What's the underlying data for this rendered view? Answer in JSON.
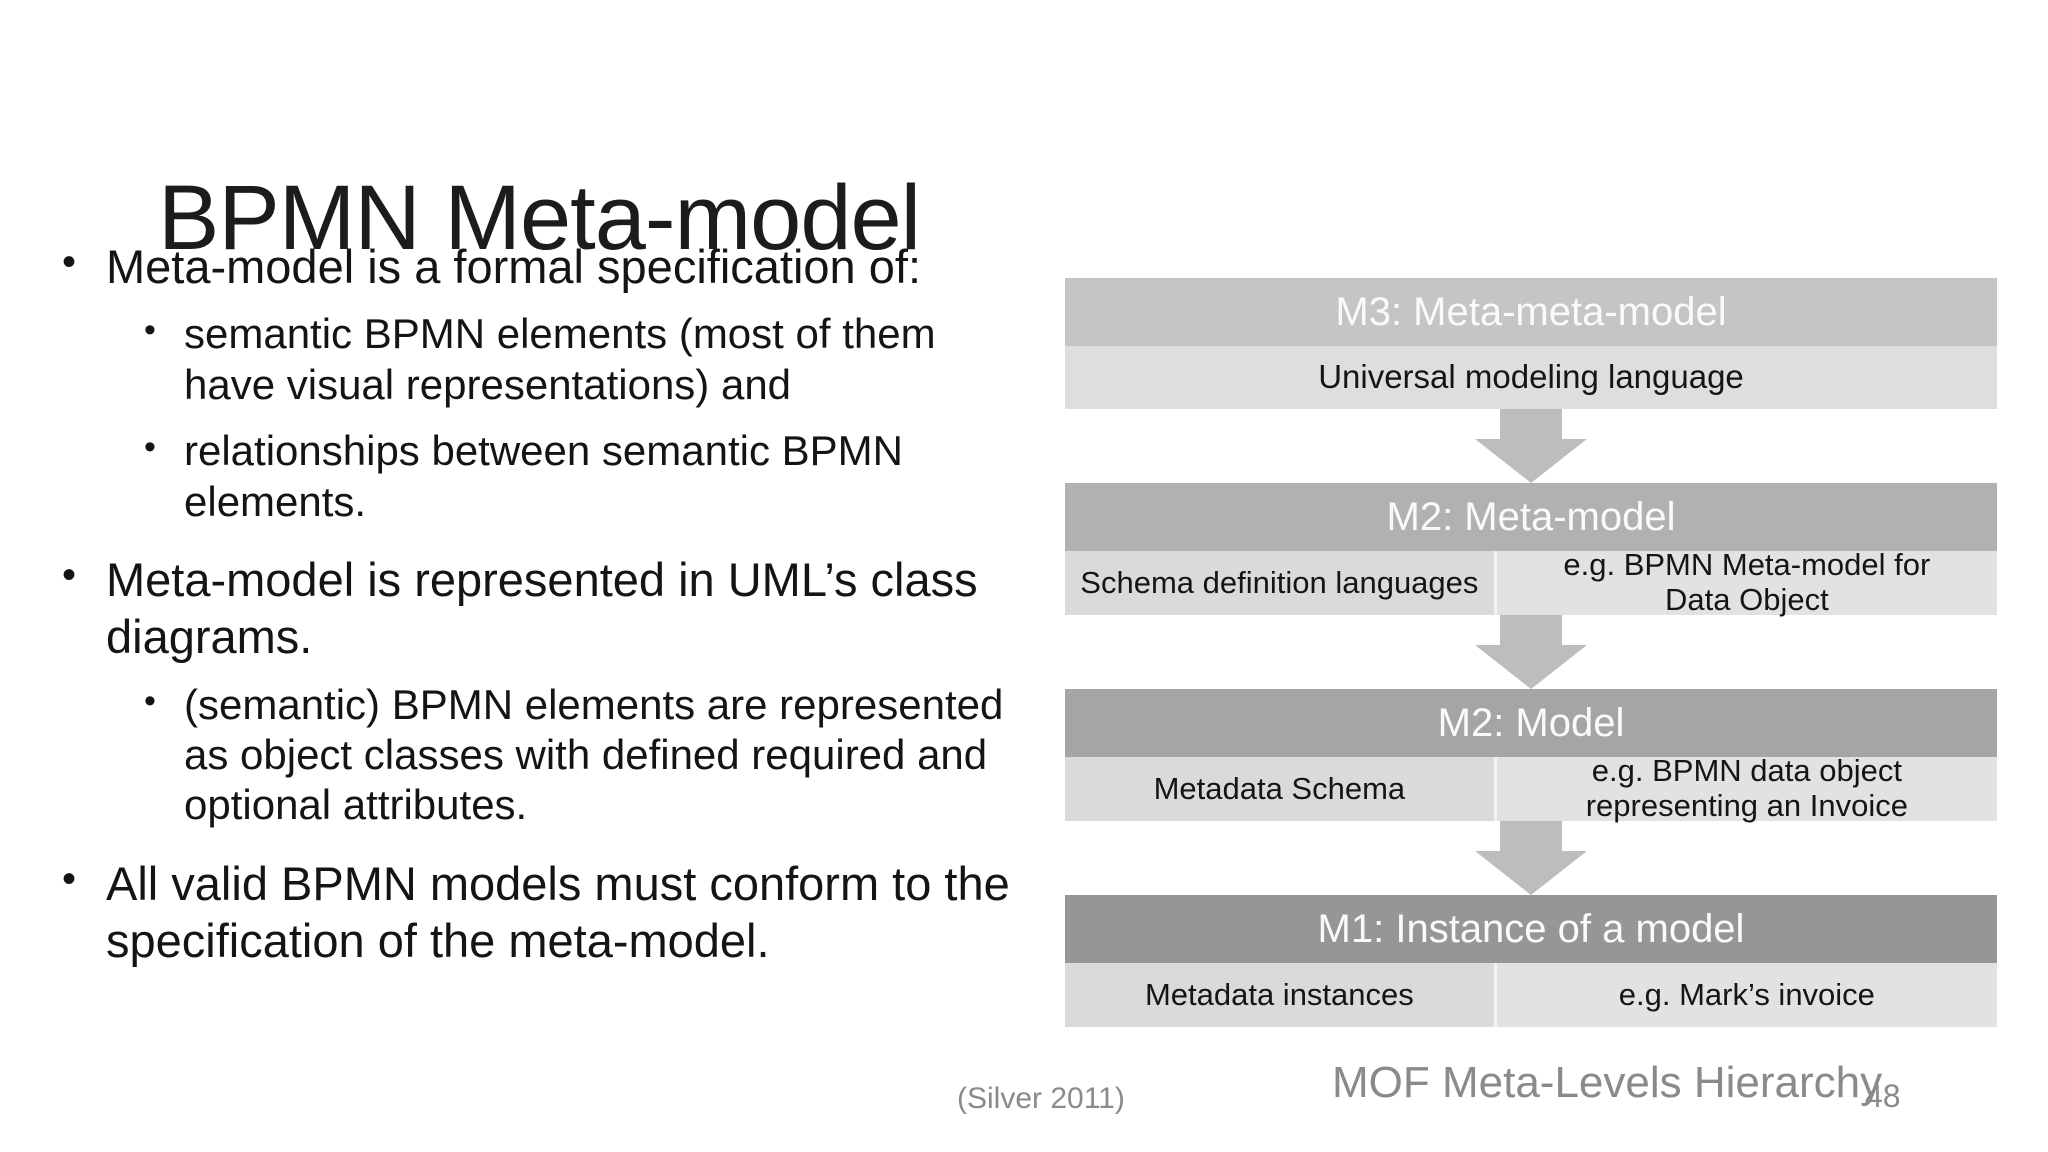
{
  "slide": {
    "title": "BPMN Meta-model",
    "bullets": [
      {
        "text": "Meta-model is a formal specification of:",
        "sub": [
          "semantic BPMN elements (most of them have visual representations) and",
          "relationships between semantic BPMN elements."
        ]
      },
      {
        "text": "Meta-model is represented in UML’s class diagrams.",
        "sub": [
          "(semantic) BPMN elements are represented as object classes with defined required and optional attributes."
        ]
      },
      {
        "text": "All valid BPMN models must conform to the specification of the meta-model.",
        "sub": []
      }
    ],
    "bullet_glyph": "•"
  },
  "diagram": {
    "levels": [
      {
        "header": "M3: Meta-meta-model",
        "header_color": "#c5c5c5",
        "cells": [
          "Universal modeling language"
        ]
      },
      {
        "header": "M2: Meta-model",
        "header_color": "#b1b1b1",
        "cells": [
          "Schema definition languages",
          "e.g. BPMN Meta-model for Data Object"
        ]
      },
      {
        "header": "M2: Model",
        "header_color": "#a5a5a5",
        "cells": [
          "Metadata Schema",
          "e.g. BPMN data object representing an Invoice"
        ]
      },
      {
        "header": "M1: Instance of a model",
        "header_color": "#969696",
        "cells": [
          "Metadata instances",
          "e.g. Mark’s invoice"
        ]
      }
    ],
    "arrow_color": "#bdbdbd"
  },
  "footer": {
    "citation": "(Silver 2011)",
    "caption": "MOF Meta-Levels Hierarchy",
    "page_number": "48"
  },
  "colors": {
    "background": "#ffffff",
    "body_text": "#141414",
    "header_text": "#fafafa",
    "light_row": "#dedede",
    "footer_text": "#8a8a8a"
  }
}
